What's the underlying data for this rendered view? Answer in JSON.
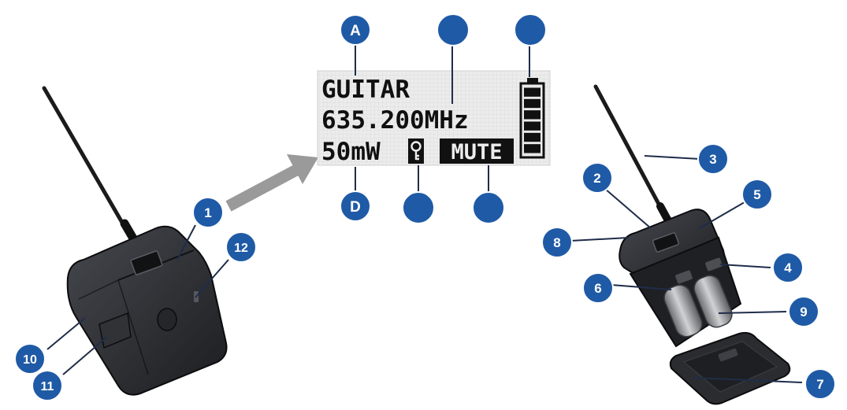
{
  "display": {
    "name": "GUITAR",
    "frequency": "635.200MHz",
    "power": "50mW",
    "mute": "MUTE"
  },
  "callouts": {
    "A": "A",
    "D": "D",
    "c1": "1",
    "c2": "2",
    "c3": "3",
    "c4": "4",
    "c5": "5",
    "c6": "6",
    "c7": "7",
    "c8": "8",
    "c9": "9",
    "c10": "10",
    "c11": "11",
    "c12": "12"
  },
  "icons": {
    "lock": "lock-icon",
    "battery": "battery-icon"
  },
  "colors": {
    "badge": "#1f5aa6",
    "device": "#2a2c30",
    "lcd": "#e9e9e9",
    "arrow": "#9a9a9a"
  },
  "battery_bars_lit": 6
}
